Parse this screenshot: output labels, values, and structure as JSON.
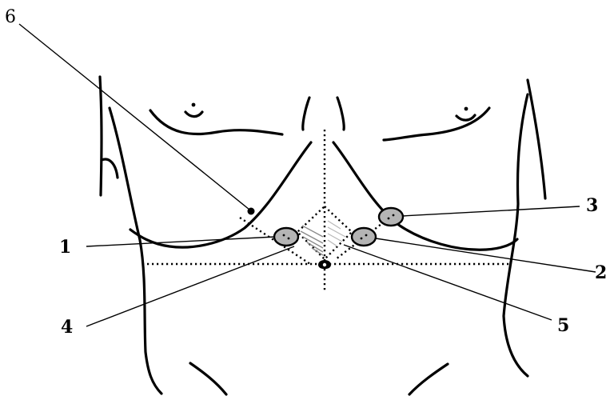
{
  "labels": {
    "one": "1",
    "two": "2",
    "three": "3",
    "four": "4",
    "five": "5",
    "six": "6"
  },
  "colors": {
    "line": "#000000",
    "port_fill": "#b4b4b4",
    "background": "#ffffff"
  }
}
